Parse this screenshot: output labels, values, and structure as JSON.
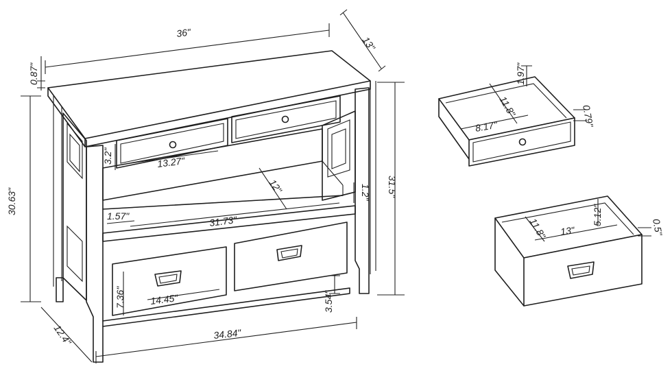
{
  "dimensions": {
    "top_width": "36\"",
    "top_depth": "13\"",
    "top_thickness": "0.87\"",
    "side_height": "30.63\"",
    "total_height": "31.5\"",
    "small_drawer_height": "3.2\"",
    "small_drawer_width": "13.27\"",
    "shelf_depth": "12\"",
    "shelf_lip": "1.2\"",
    "shelf_thickness": "1.57\"",
    "shelf_width": "31.73\"",
    "large_drawer_height": "7.36\"",
    "large_drawer_width": "14.45\"",
    "leg_height": "3.54\"",
    "base_width": "34.84\"",
    "base_depth": "12.4\""
  },
  "small_drawer_detail": {
    "height": "1.97\"",
    "depth": "11.8\"",
    "width": "8.17\"",
    "front_thickness": "0.79\""
  },
  "large_drawer_detail": {
    "depth": "11.8\"",
    "width": "13\"",
    "height": "5.12\"",
    "front_thickness": "0.5\""
  }
}
